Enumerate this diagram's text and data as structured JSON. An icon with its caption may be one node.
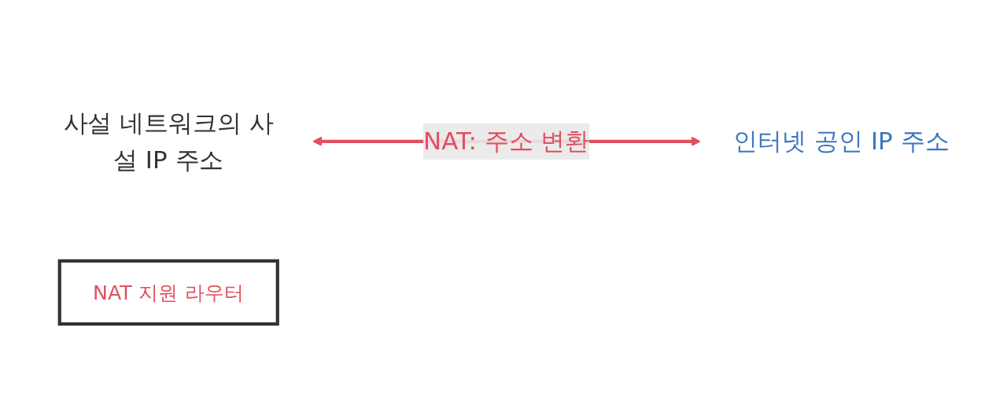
{
  "diagram": {
    "nodes": [
      {
        "text": [
          "사설 네트워크의 사설 IP 주소"
        ]
      },
      {
        "text": [
          "NAT 지원 라우터"
        ]
      },
      {
        "text": [
          "인터넷 공인 IP 주소"
        ]
      }
    ],
    "edges": [
      {
        "from": 0,
        "to": 2,
        "arrow": "both",
        "label": "NAT: 주소 변환",
        "color": "#e05060"
      }
    ]
  }
}
